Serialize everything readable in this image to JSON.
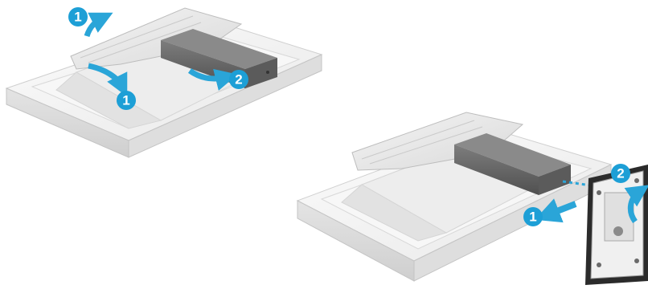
{
  "figure": {
    "panels": [
      {
        "callouts": [
          {
            "label": "1"
          },
          {
            "label": "1"
          },
          {
            "label": "2"
          }
        ]
      },
      {
        "callouts": [
          {
            "label": "1"
          },
          {
            "label": "2"
          }
        ]
      }
    ]
  },
  "colors": {
    "accent": "#1d9fd6",
    "arrow": "#2aa5d8",
    "pad_gray": "#6b6b6b",
    "foam": "#f2f2f2",
    "foam_edge": "#c7c7c7",
    "plate": "#2b2b2b"
  }
}
